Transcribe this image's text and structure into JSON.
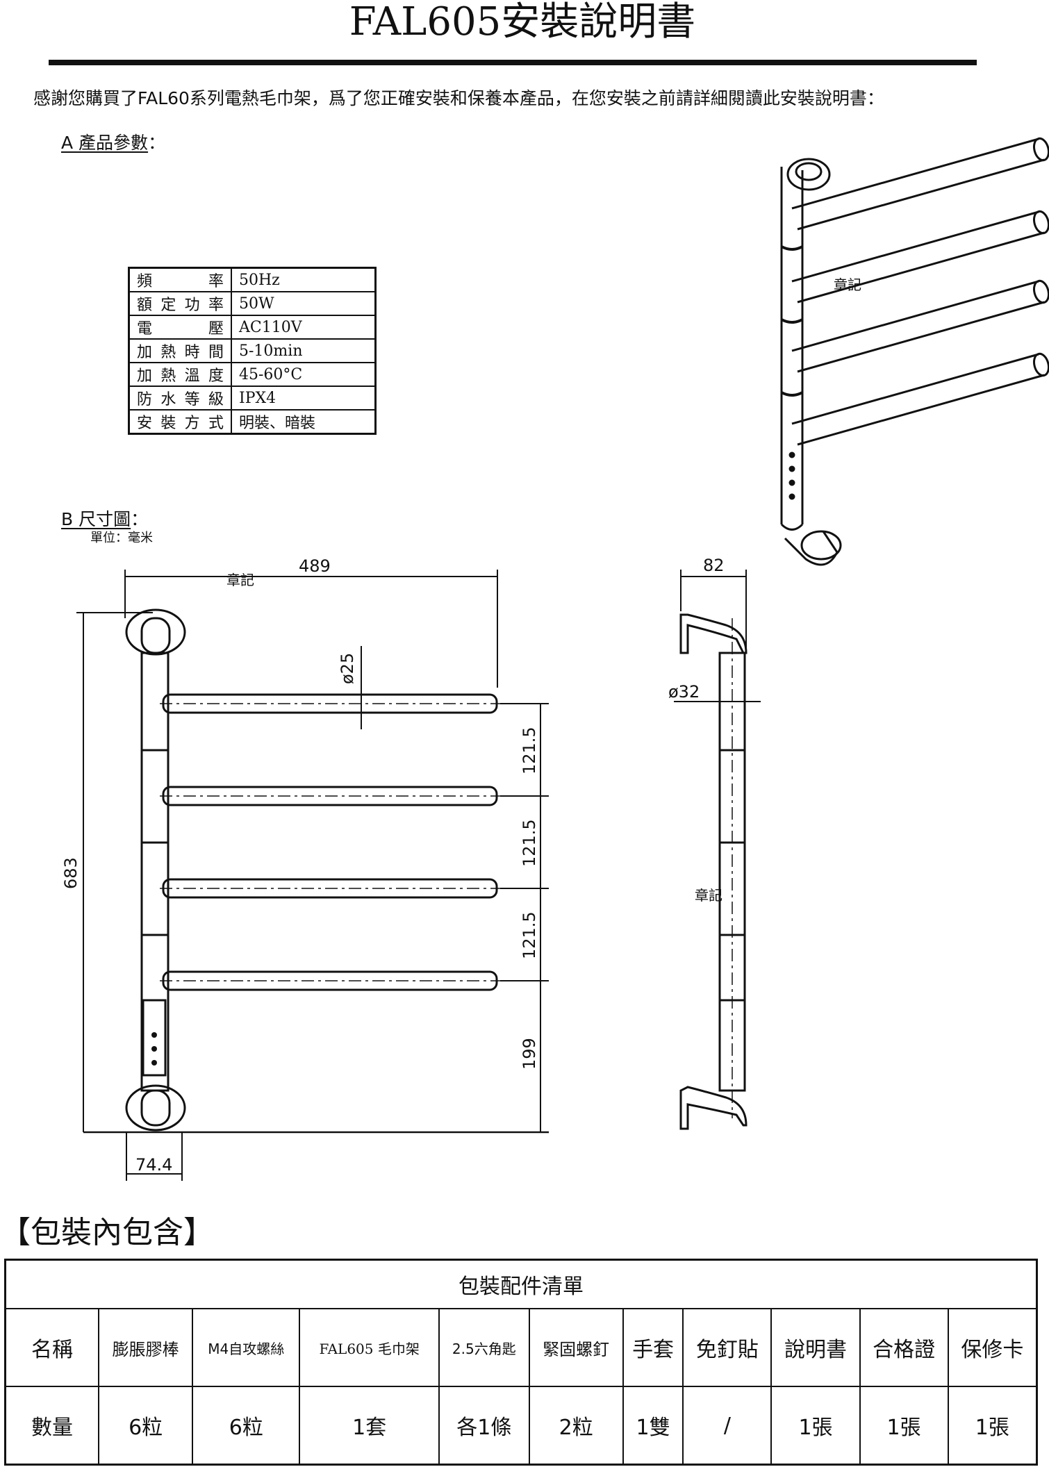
{
  "title": "FAL605安裝說明書",
  "intro": "感謝您購買了FAL60系列電熱毛巾架，爲了您正確安裝和保養本產品，在您安裝之前請詳細閱讀此安裝說明書：",
  "section_a": {
    "label": "A 產品參數",
    "colon": "："
  },
  "params": [
    {
      "key": "頻　率",
      "value": "50Hz"
    },
    {
      "key": "額定功率",
      "value": "50W"
    },
    {
      "key": "電　壓",
      "value": "AC110V"
    },
    {
      "key": "加熱時間",
      "value": "5-10min"
    },
    {
      "key": "加熱溫度",
      "value": "45-60°C"
    },
    {
      "key": "防水等級",
      "value": "IPX4"
    },
    {
      "key": "安裝方式",
      "value": "明裝、暗裝"
    }
  ],
  "section_b": {
    "label": "B 尺寸圖",
    "colon": "：",
    "unit": "單位：毫米"
  },
  "stamp": "章記",
  "dims": {
    "width": "489",
    "height": "683",
    "tube": "ø25",
    "post": "ø32",
    "depth": "82",
    "spacing1": "121.5",
    "spacing2": "121.5",
    "spacing3": "121.5",
    "bottom": "199",
    "base": "74.4"
  },
  "packing": {
    "title": "【包裝內包含】",
    "table_title": "包裝配件清單",
    "name_header": "名稱",
    "qty_header": "數量",
    "items": [
      {
        "name": "膨脹膠棒",
        "qty": "6粒"
      },
      {
        "name": "M4自攻螺絲",
        "qty": "6粒"
      },
      {
        "name": "FAL605 毛巾架",
        "qty": "1套"
      },
      {
        "name": "2.5六角匙",
        "qty": "各1條"
      },
      {
        "name": "緊固螺釘",
        "qty": "2粒"
      },
      {
        "name": "手套",
        "qty": "1雙"
      },
      {
        "name": "免釘貼",
        "qty": "/"
      },
      {
        "name": "說明書",
        "qty": "1張"
      },
      {
        "name": "合格證",
        "qty": "1張"
      },
      {
        "name": "保修卡",
        "qty": "1張"
      }
    ]
  }
}
